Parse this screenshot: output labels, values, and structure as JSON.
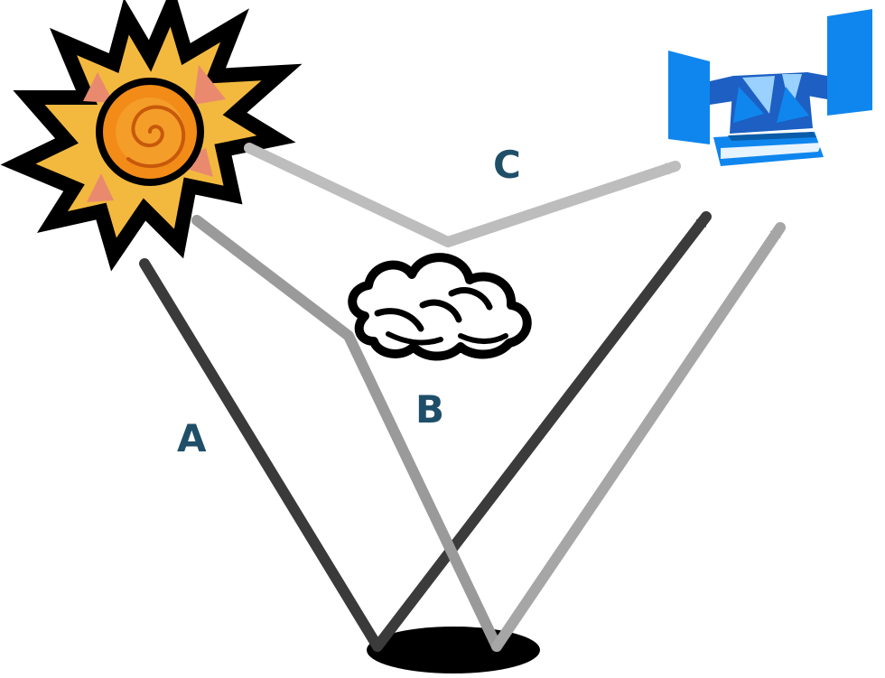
{
  "labels": {
    "a": "A",
    "b": "B",
    "c": "C"
  },
  "colors": {
    "background": "#ffffff",
    "label": "#1f4f68",
    "path_a": "#3a3a3a",
    "path_b": "#9a9a9a",
    "path_c": "#bdbdbd",
    "reflect_a": "#3b3b3b",
    "reflect_b": "#a6a6a6",
    "shadow": "#000000",
    "sun_spikes": "#f3b93f",
    "sun_spikes_alt": "#e98a6f",
    "sun_core": "#f28b18",
    "sun_core_light": "#f6b43f",
    "satellite_panel": "#0f86ee",
    "satellite_body": "#1d5fc2",
    "satellite_light": "#9ad1ff"
  },
  "icons": {
    "sun": "sun-icon",
    "cloud": "cloud-icon",
    "satellite": "satellite-icon",
    "ground": "ground-shadow-icon"
  }
}
